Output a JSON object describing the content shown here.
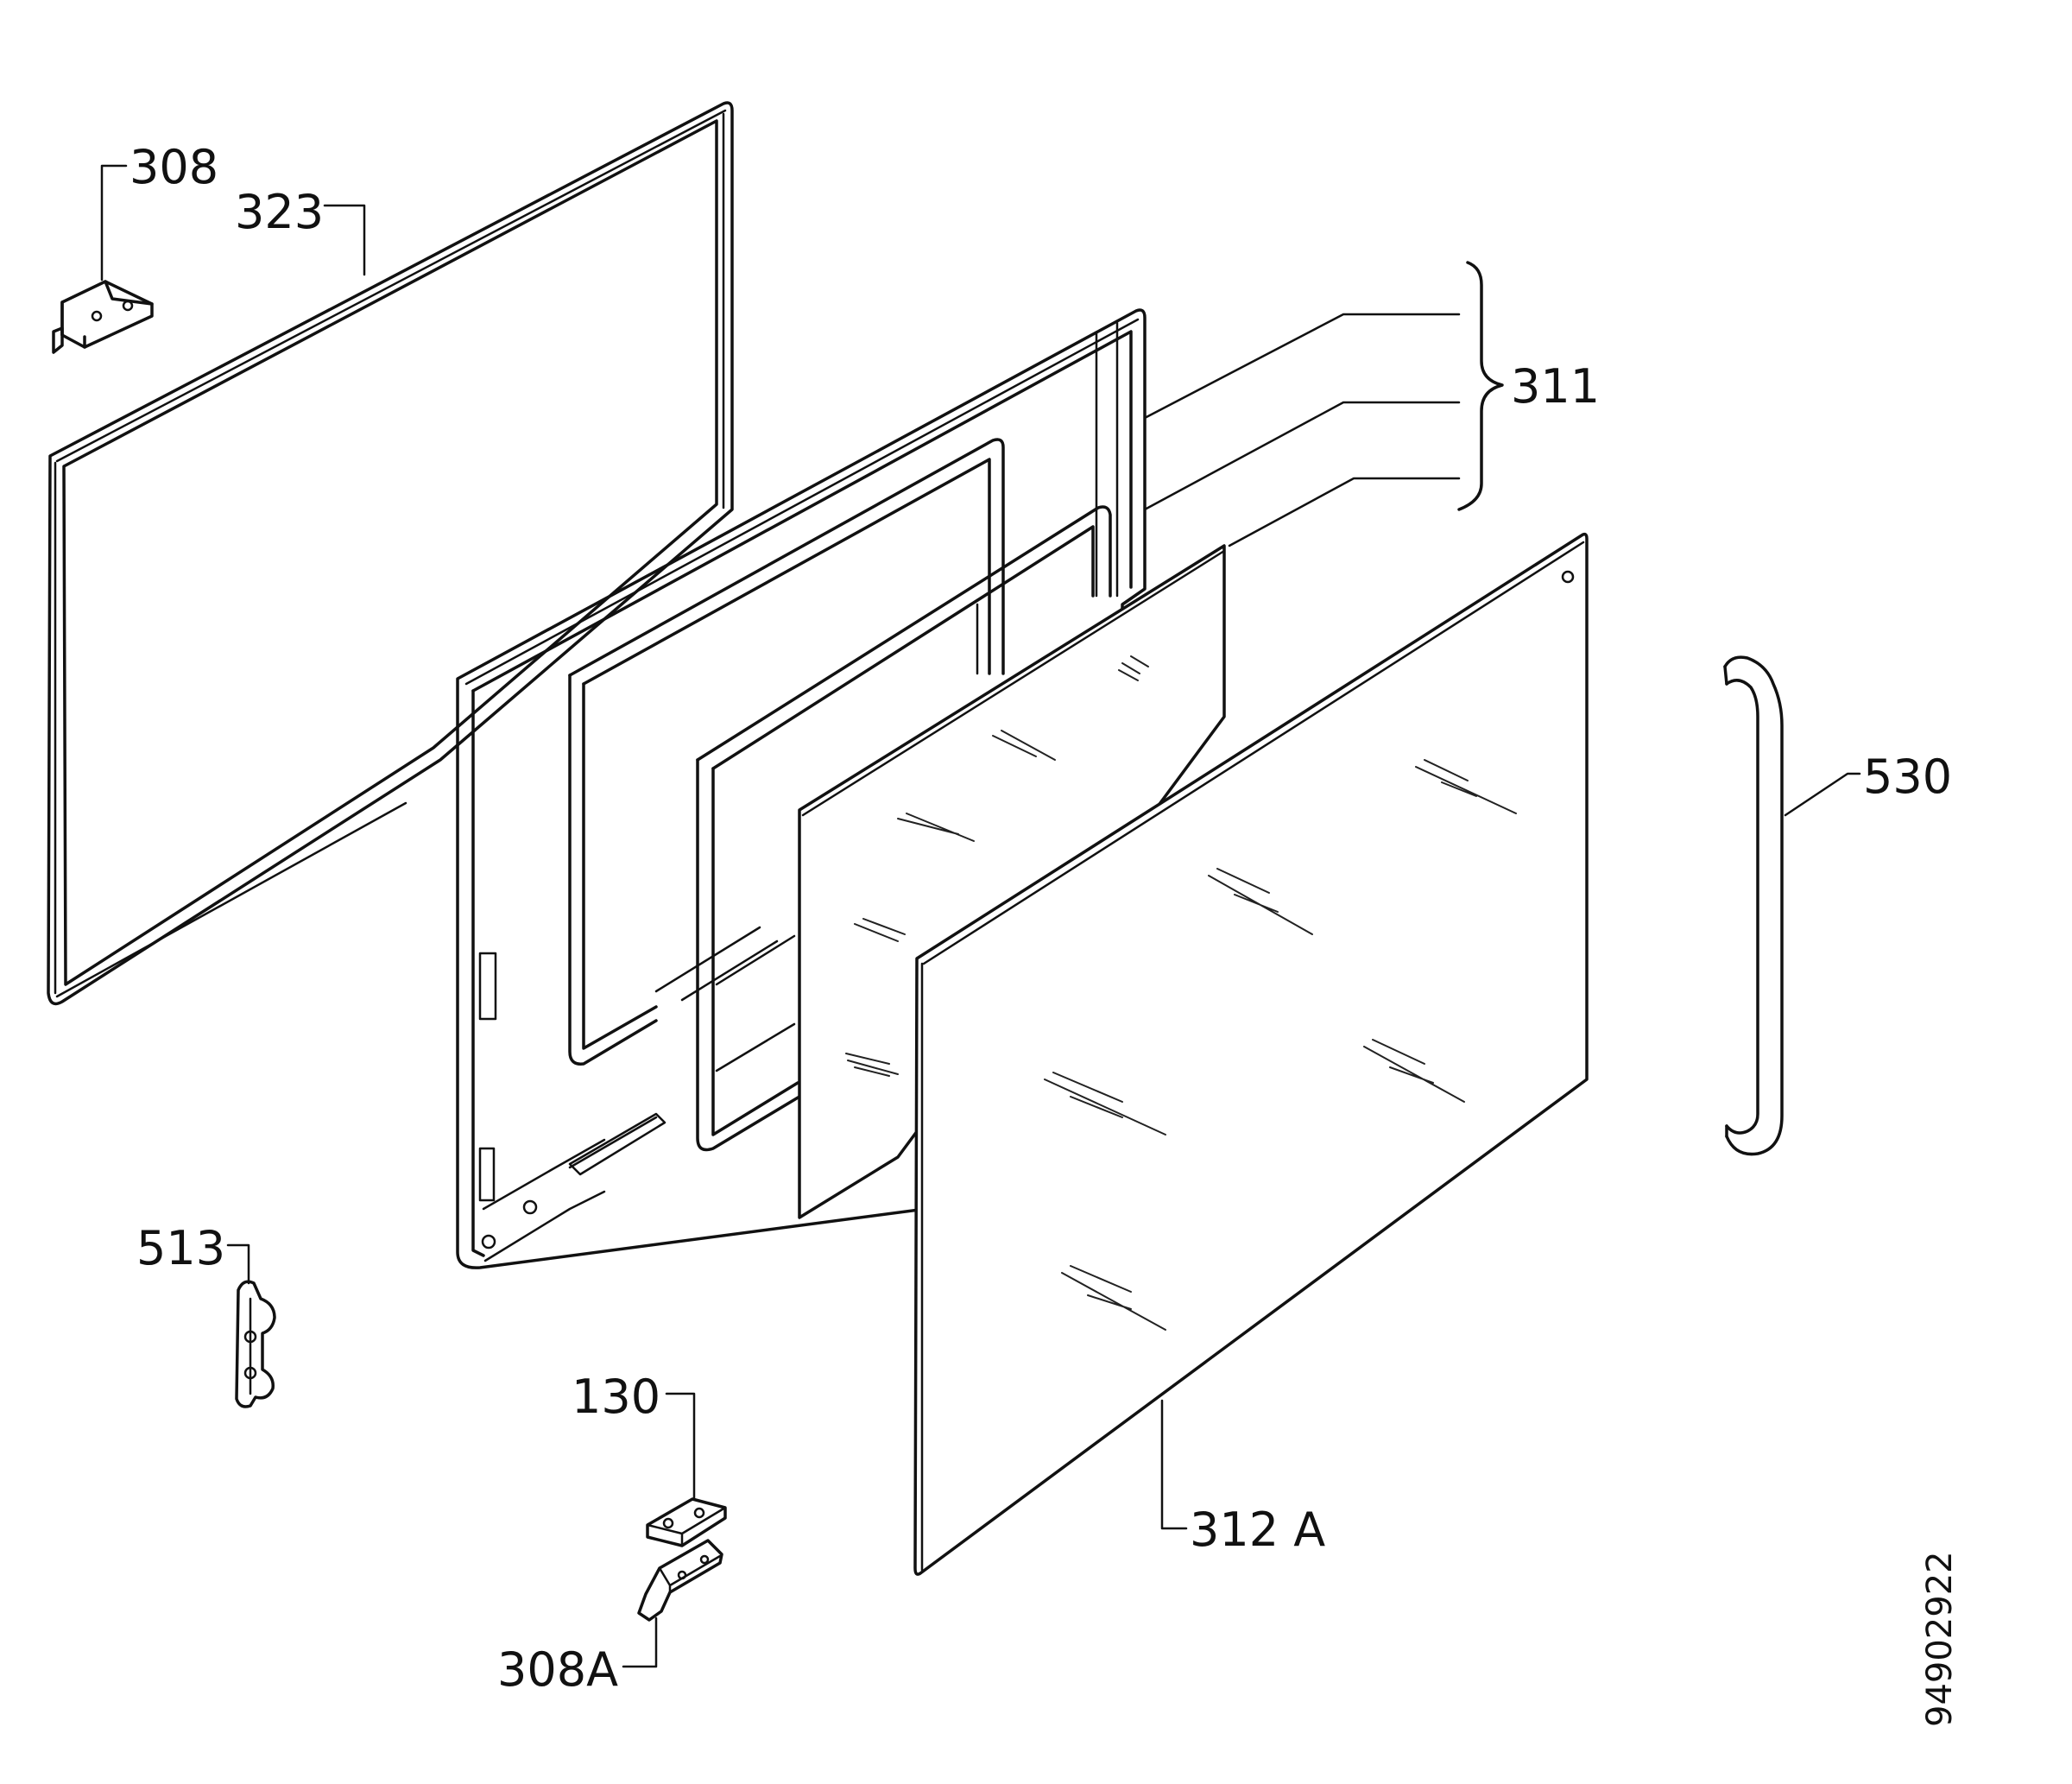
{
  "diagram": {
    "labels": {
      "l308": "308",
      "l323": "323",
      "l311": "311",
      "l530": "530",
      "l513": "513",
      "l130": "130",
      "l312A": "312 A",
      "l308A": "308A"
    },
    "drawing_number": "94902922"
  }
}
